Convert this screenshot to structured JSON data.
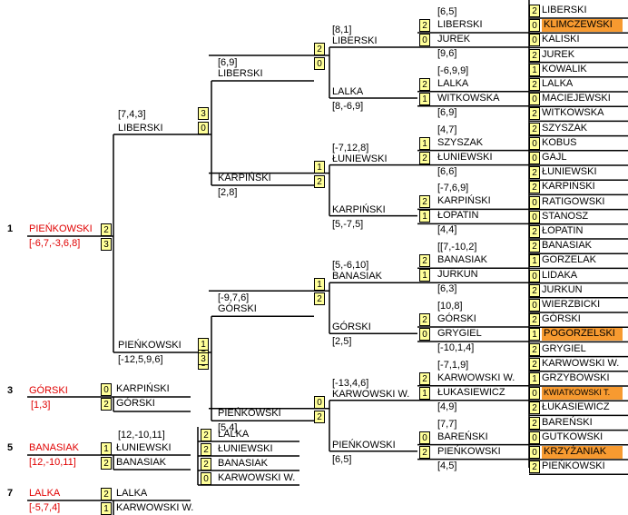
{
  "first_round": [
    {
      "s": "2",
      "n": "LIBERSKI"
    },
    {
      "s": "0",
      "n": "KLIMCZEWSKI",
      "hl": true
    },
    {
      "s": "0",
      "n": "KALISKI"
    },
    {
      "s": "2",
      "n": "JUREK"
    },
    {
      "s": "1",
      "n": "KOWALIK"
    },
    {
      "s": "2",
      "n": "LALKA"
    },
    {
      "s": "0",
      "n": "MACIEJEWSKI"
    },
    {
      "s": "2",
      "n": "WITKOWSKA"
    },
    {
      "s": "2",
      "n": "SZYSZAK"
    },
    {
      "s": "0",
      "n": "KOBUS"
    },
    {
      "s": "0",
      "n": "GAJL"
    },
    {
      "s": "2",
      "n": "ŁUNIEWSKI"
    },
    {
      "s": "2",
      "n": "KARPIŃSKI"
    },
    {
      "s": "0",
      "n": "RATIGOWSKI"
    },
    {
      "s": "0",
      "n": "STANOSZ"
    },
    {
      "s": "2",
      "n": "ŁOPATIN"
    },
    {
      "s": "2",
      "n": "BANASIAK"
    },
    {
      "s": "1",
      "n": "GORZELAK"
    },
    {
      "s": "0",
      "n": "LIDAKA"
    },
    {
      "s": "2",
      "n": "JURKUN"
    },
    {
      "s": "0",
      "n": "WIERZBICKI"
    },
    {
      "s": "2",
      "n": "GÓRSKI"
    },
    {
      "s": "1",
      "n": "POGORZELSKI",
      "hl": true
    },
    {
      "s": "2",
      "n": "GRYGIEL"
    },
    {
      "s": "2",
      "n": "KARWOWSKI W."
    },
    {
      "s": "1",
      "n": "GRZYBOWSKI"
    },
    {
      "s": "0",
      "n": "KWIATKOWSKI T.",
      "hl": true,
      "small": true
    },
    {
      "s": "2",
      "n": "ŁUKASIEWICZ"
    },
    {
      "s": "2",
      "n": "BAREŃSKI"
    },
    {
      "s": "0",
      "n": "GUTKOWSKI"
    },
    {
      "s": "0",
      "n": "KRZYŻANIAK",
      "hl": true
    },
    {
      "s": "2",
      "n": "PIEŃKOWSKI"
    }
  ],
  "round2": [
    {
      "sc": "[6,5]",
      "a": {
        "n": "LIBERSKI",
        "s": "2"
      },
      "b": {
        "n": "JUREK",
        "s": "0"
      },
      "sc2": "[9,6]"
    },
    {
      "sc": "[-6,9,9]",
      "a": {
        "n": "LALKA",
        "s": "2"
      },
      "b": {
        "n": "WITKOWSKA",
        "s": "1"
      },
      "sc2": "[6,9]"
    },
    {
      "sc": "[4,7]",
      "a": {
        "n": "SZYSZAK",
        "s": "1"
      },
      "b": {
        "n": "ŁUNIEWSKI",
        "s": "2"
      },
      "sc2": "[6,6]"
    },
    {
      "sc": "[-7,6,9]",
      "a": {
        "n": "KARPIŃSKI",
        "s": "2"
      },
      "b": {
        "n": "ŁOPATIN",
        "s": "1"
      },
      "sc2": "[4,4]"
    },
    {
      "sc": "[[7,-10,2]",
      "a": {
        "n": "BANASIAK",
        "s": "2"
      },
      "b": {
        "n": "JURKUN",
        "s": "1"
      },
      "sc2": "[6,3]"
    },
    {
      "sc": "[10,8]",
      "a": {
        "n": "GÓRSKI",
        "s": "2"
      },
      "b": {
        "n": "GRYGIEL",
        "s": "0"
      },
      "sc2": "[-10,1,4]"
    },
    {
      "sc": "[-7,1,9]",
      "a": {
        "n": "KARWOWSKI W.",
        "s": "2"
      },
      "b": {
        "n": "ŁUKASIEWICZ",
        "s": "1"
      },
      "sc2": "[4,9]"
    },
    {
      "sc": "[7,7]",
      "a": {
        "n": "BAREŃSKI",
        "s": "0"
      },
      "b": {
        "n": "PIEŃKOWSKI",
        "s": "2"
      },
      "sc2": "[4,5]"
    }
  ],
  "round3": [
    {
      "sc": "[8,1]",
      "a": {
        "n": "LIBERSKI",
        "s": "2"
      },
      "b": {
        "n": "LALKA",
        "s": "0"
      },
      "sc2": "[8,-6,9]"
    },
    {
      "sc": "[-7,12,8]",
      "a": {
        "n": "ŁUNIEWSKI",
        "s": "1"
      },
      "b": {
        "n": "KARPIŃSKI",
        "s": "2"
      },
      "sc2": "[5,-7,5]"
    },
    {
      "sc": "[5,-6,10]",
      "a": {
        "n": "BANASIAK",
        "s": "1"
      },
      "b": {
        "n": "GÓRSKI",
        "s": "2"
      },
      "sc2": "[2,5]"
    },
    {
      "sc": "[-13,4,6]",
      "a": {
        "n": "KARWOWSKI W.",
        "s": "0"
      },
      "b": {
        "n": "PIEŃKOWSKI",
        "s": "2"
      },
      "sc2": "[6,5]"
    }
  ],
  "round4": [
    {
      "sc": "[6,9]",
      "a": {
        "n": "LIBERSKI",
        "s": "3"
      },
      "b": {
        "n": "KARPIŃSKI",
        "s": "0"
      },
      "sc2": "[2,8]"
    },
    {
      "sc": "[-9,7,6]",
      "a": {
        "n": "GÓRSKI",
        "s": "1"
      },
      "b": {
        "n": "PIEŃKOWSKI",
        "s": "3"
      },
      "sc2": "[5,4]"
    }
  ],
  "round5": {
    "sc": "[7,4,3]",
    "a": {
      "n": "LIBERSKI",
      "s": "0"
    },
    "b": {
      "n": "PIEŃKOWSKI",
      "s": "3"
    },
    "sc2": "[-12,5,9,6]"
  },
  "final": {
    "place": "1",
    "n": "PIEŃKOWSKI",
    "s1": "2",
    "s2": "3",
    "sc": "[-6,7,-3,6,8]"
  },
  "third": {
    "place": "3",
    "n": "GÓRSKI",
    "sc": "[1,3]",
    "a": {
      "n": "KARPIŃSKI",
      "s": "0"
    },
    "b": {
      "n": "GÓRSKI",
      "s": "2"
    }
  },
  "fifth_semi": {
    "sc": "[12,-10,11]",
    "a": {
      "n": "ŁUNIEWSKI",
      "s": "1"
    },
    "b": {
      "n": "BANASIAK",
      "s": "2"
    }
  },
  "fifth_semi2": {
    "a": {
      "n": "LALKA",
      "s": "2"
    },
    "b": {
      "n": "ŁUNIEWSKI",
      "s": "2"
    },
    "c": {
      "n": "BANASIAK",
      "s": "2"
    },
    "d": {
      "n": "KARWOWSKI W.",
      "s": "0"
    }
  },
  "fifth": {
    "place": "5",
    "n": "BANASIAK",
    "sc": "[12,-10,11]"
  },
  "seventh": {
    "place": "7",
    "n": "LALKA",
    "sc": "[-5,7,4]",
    "a": {
      "n": "LALKA",
      "s": "2"
    },
    "b": {
      "n": "KARWOWSKI W.",
      "s": "1"
    }
  }
}
